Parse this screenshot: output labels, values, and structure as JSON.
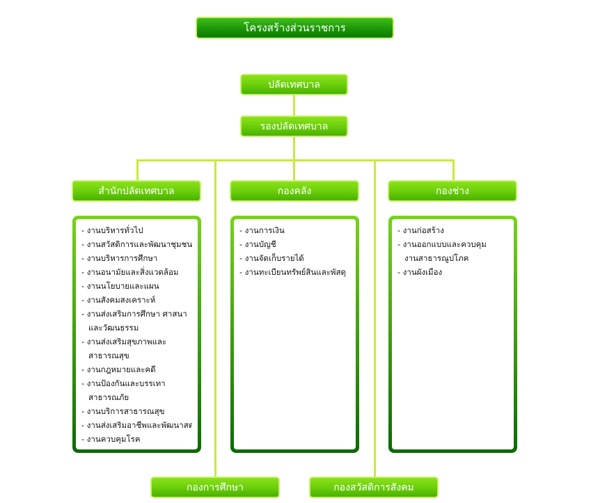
{
  "title": "โครงสร้างส่วนราชการ",
  "chief": "ปลัดเทศบาล",
  "deputy": "รองปลัดเทศบาล",
  "divisions": [
    {
      "name": "สำนักปลัดเทศบาล",
      "tasks": [
        {
          "l1": "- งานบริหารทั่วไป",
          "l2": ""
        },
        {
          "l1": "- งานสวัสดิการและพัฒนาชุมชน",
          "l2": ""
        },
        {
          "l1": "- งานบริหารการศึกษา",
          "l2": ""
        },
        {
          "l1": "- งานอนามัยและสิ่งแวดล้อม",
          "l2": ""
        },
        {
          "l1": "- งานนโยบายและแผน",
          "l2": ""
        },
        {
          "l1": "- งานสังคมสงเคราะห์",
          "l2": ""
        },
        {
          "l1": "- งานส่งเสริมการศึกษา ศาสนา",
          "l2": "และวัฒนธรรม"
        },
        {
          "l1": "- งานส่งเสริมสุขภาพและ",
          "l2": "สาธารณสุข"
        },
        {
          "l1": "- งานกฎหมายและคดี",
          "l2": ""
        },
        {
          "l1": "- งานป้องกันและบรรเทา",
          "l2": "สาธารณภัย"
        },
        {
          "l1": "- งานบริการสาธารณสุข",
          "l2": ""
        },
        {
          "l1": "- งานส่งเสริมอาชีพและพัฒนาสตรี",
          "l2": ""
        },
        {
          "l1": "- งานควบคุมโรค",
          "l2": ""
        }
      ]
    },
    {
      "name": "กองคลัง",
      "tasks": [
        {
          "l1": "- งานการเงิน",
          "l2": ""
        },
        {
          "l1": "- งานบัญชี",
          "l2": ""
        },
        {
          "l1": "- งานจัดเก็บรายได้",
          "l2": ""
        },
        {
          "l1": "- งานทะเบียนทรัพย์สินและพัสดุ",
          "l2": ""
        }
      ]
    },
    {
      "name": "กองช่าง",
      "tasks": [
        {
          "l1": "- งานก่อสร้าง",
          "l2": ""
        },
        {
          "l1": "- งานออกแบบและควบคุม",
          "l2": "งานสาธารณูปโภค"
        },
        {
          "l1": "- งานผังเมือง",
          "l2": ""
        }
      ]
    }
  ],
  "bottom_divisions": [
    "กองการศึกษา",
    "กองสวัสดิการสังคม"
  ]
}
